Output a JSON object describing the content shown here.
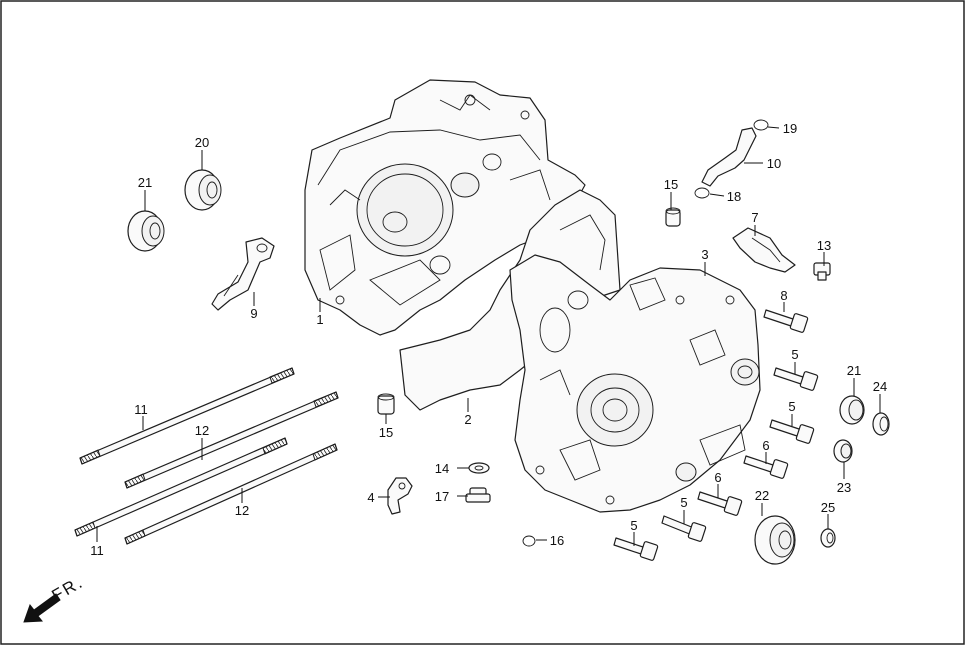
{
  "callouts": {
    "n1": "1",
    "n2": "2",
    "n3": "3",
    "n4": "4",
    "n5a": "5",
    "n5b": "5",
    "n5c": "5",
    "n5d": "5",
    "n6a": "6",
    "n6b": "6",
    "n7": "7",
    "n8": "8",
    "n9": "9",
    "n10": "10",
    "n11a": "11",
    "n11b": "11",
    "n12a": "12",
    "n12b": "12",
    "n13": "13",
    "n14": "14",
    "n15a": "15",
    "n15b": "15",
    "n16": "16",
    "n17": "17",
    "n18": "18",
    "n19": "19",
    "n20": "20",
    "n21a": "21",
    "n21b": "21",
    "n22": "22",
    "n23": "23",
    "n24": "24",
    "n25": "25"
  },
  "direction_label": "FR.",
  "icons": {
    "direction_arrow": "front-arrow-icon"
  }
}
